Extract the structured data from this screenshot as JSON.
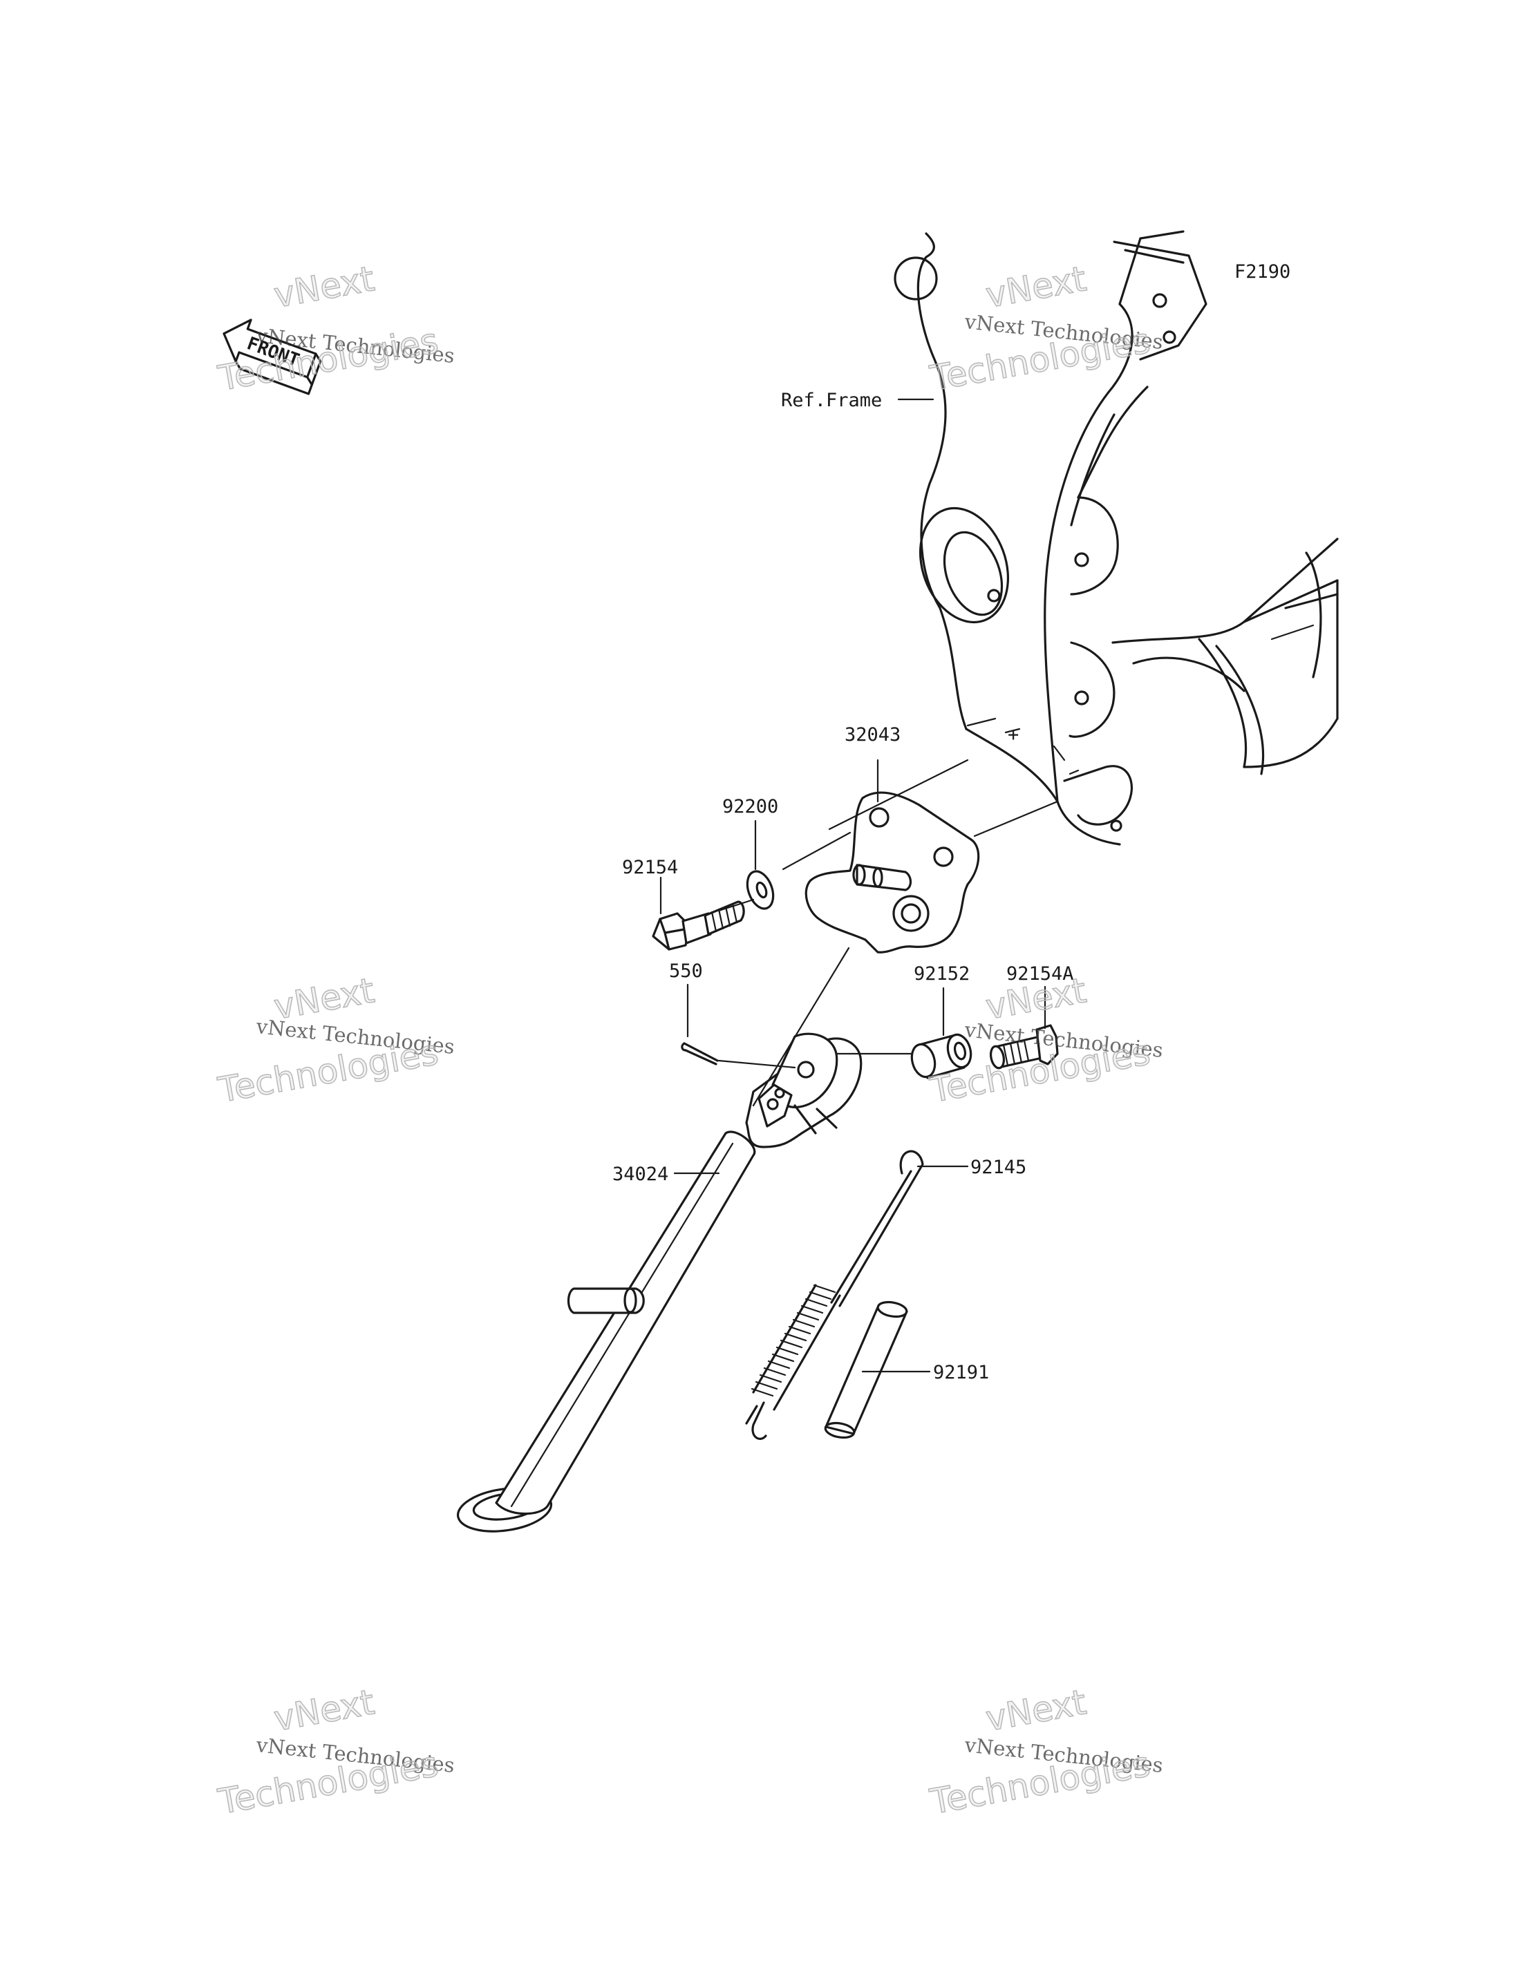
{
  "diagram": {
    "figure_code": "F2190",
    "reference_label": "Ref.Frame",
    "front_indicator": "FRONT",
    "part_labels": {
      "p32043": "32043",
      "p92200": "92200",
      "p92154": "92154",
      "p550": "550",
      "p92152": "92152",
      "p92154A": "92154A",
      "p34024": "34024",
      "p92145": "92145",
      "p92191": "92191"
    }
  },
  "watermarks": {
    "line1": "vNext",
    "line2": "vNext Technologies",
    "line3": "Technologies"
  },
  "colors": {
    "line": "#1a1a1a",
    "background": "#ffffff"
  }
}
